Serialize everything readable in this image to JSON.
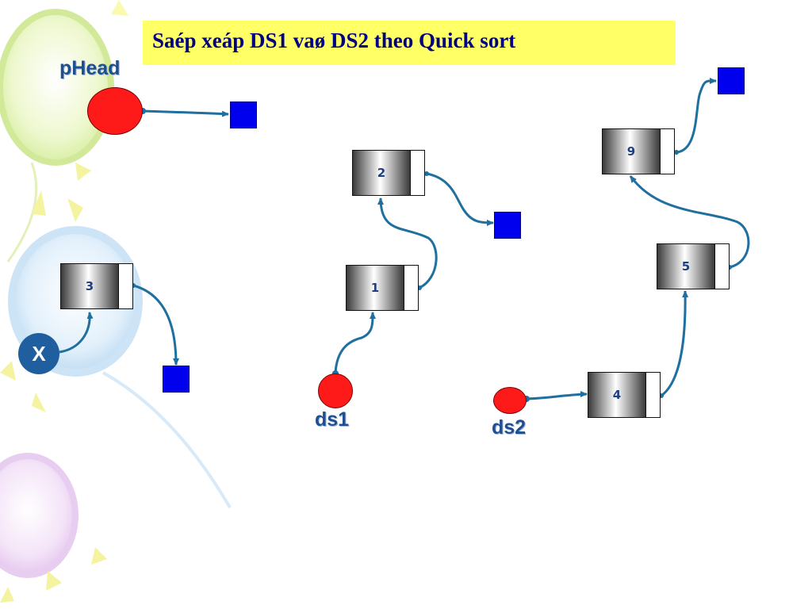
{
  "title": "Saép xeáp DS1 vaø DS2 theo Quick sort",
  "labels": {
    "phead": "pHead",
    "ds1": "ds1",
    "ds2": "ds2",
    "x": "X"
  },
  "nodes": [
    {
      "id": "node-3",
      "value": "3"
    },
    {
      "id": "node-2",
      "value": "2"
    },
    {
      "id": "node-1",
      "value": "1"
    },
    {
      "id": "node-9",
      "value": "9"
    },
    {
      "id": "node-5",
      "value": "5"
    },
    {
      "id": "node-4",
      "value": "4"
    }
  ],
  "colors": {
    "title_bg": "#ffff66",
    "title_text": "#000080",
    "pointer_circle": "#ff1a1a",
    "null_box": "#0000ee",
    "arrow": "#1f6f9f",
    "label": "#1f4f8f"
  }
}
